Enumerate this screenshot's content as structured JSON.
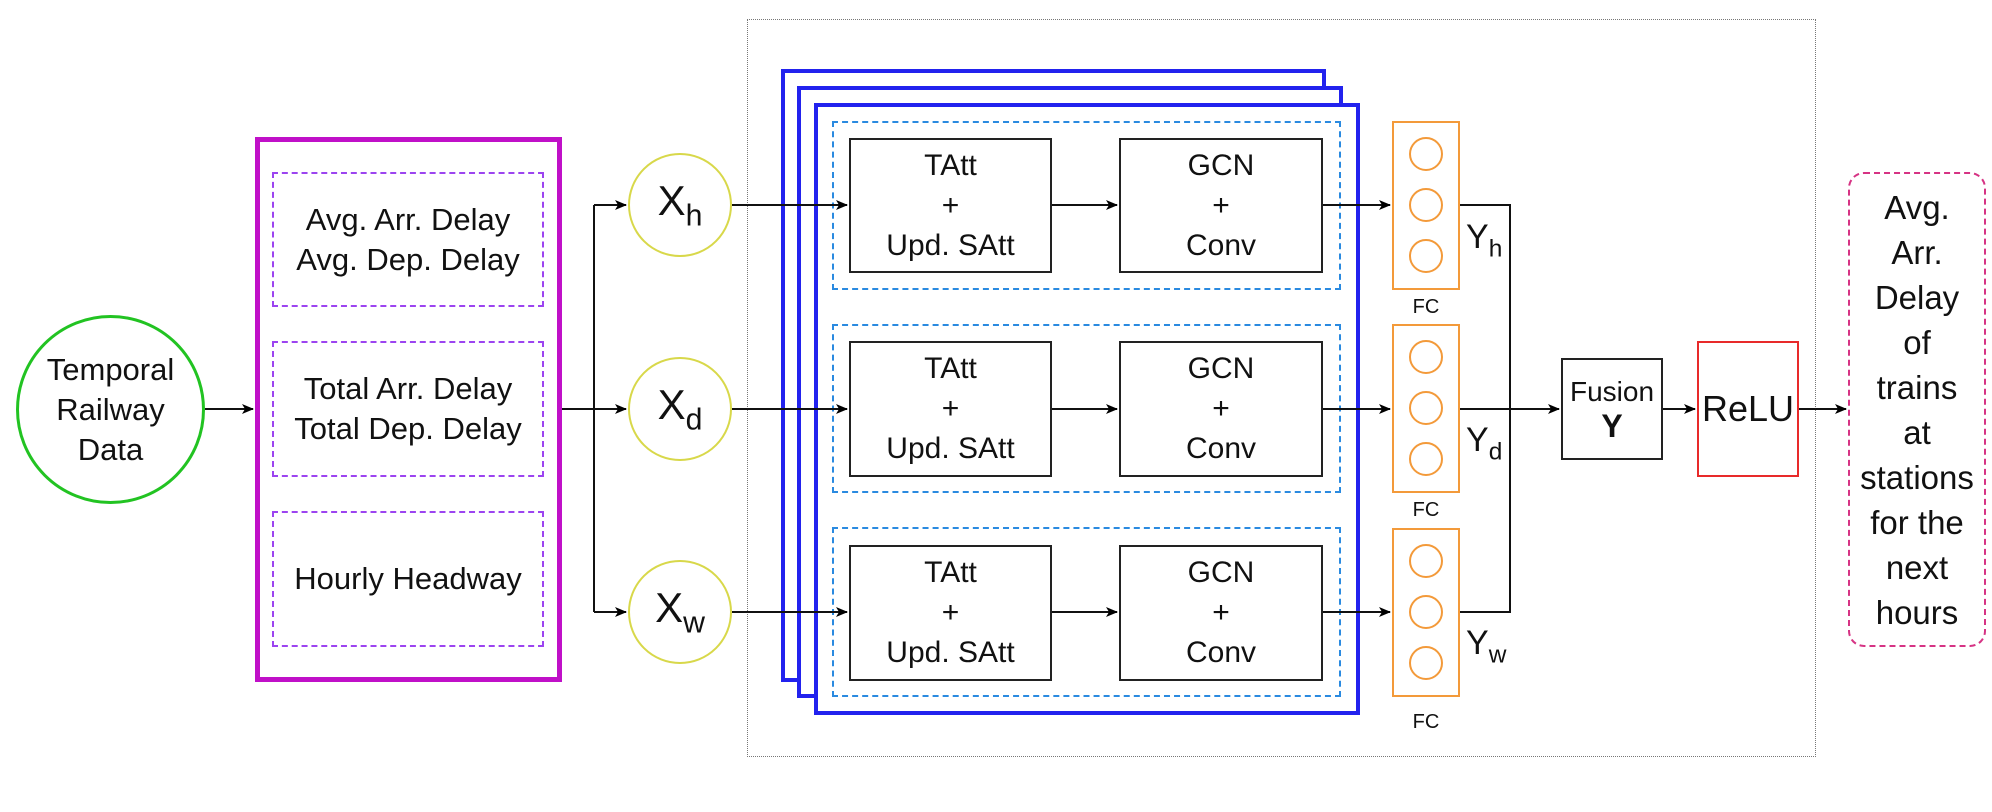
{
  "source": {
    "label_lines": [
      "Temporal",
      "Railway",
      "Data"
    ]
  },
  "features": [
    {
      "lines": [
        "Avg. Arr. Delay",
        "Avg. Dep. Delay"
      ]
    },
    {
      "lines": [
        "Total Arr. Delay",
        "Total Dep. Delay"
      ]
    },
    {
      "lines": [
        "Hourly Headway"
      ]
    }
  ],
  "inputs": [
    {
      "base": "X",
      "sub": "h"
    },
    {
      "base": "X",
      "sub": "d"
    },
    {
      "base": "X",
      "sub": "w"
    }
  ],
  "branches": [
    {
      "attention": [
        "TAtt",
        "+",
        "Upd. SAtt"
      ],
      "gcn": [
        "GCN",
        "+",
        "Conv"
      ],
      "fc_label": "FC",
      "output": {
        "base": "Y",
        "sub": "h"
      }
    },
    {
      "attention": [
        "TAtt",
        "+",
        "Upd. SAtt"
      ],
      "gcn": [
        "GCN",
        "+",
        "Conv"
      ],
      "fc_label": "FC",
      "output": {
        "base": "Y",
        "sub": "d"
      }
    },
    {
      "attention": [
        "TAtt",
        "+",
        "Upd. SAtt"
      ],
      "gcn": [
        "GCN",
        "+",
        "Conv"
      ],
      "fc_label": "FC",
      "output": {
        "base": "Y",
        "sub": "w"
      }
    }
  ],
  "fusion": {
    "title": "Fusion",
    "symbol": "Y"
  },
  "activation": {
    "label": "ReLU"
  },
  "output": {
    "lines": [
      "Avg.",
      "Arr.",
      "Delay",
      "of",
      "trains",
      "at",
      "stations",
      "for the",
      "next",
      "hours"
    ]
  },
  "colors": {
    "source": "#22c322",
    "features": "#c010c8",
    "feature_dash": "#9c44f0",
    "inputs": "#d8d84a",
    "stack": "#2222ee",
    "branch_dash": "#2a8ae0",
    "fc": "#f39a3a",
    "relu": "#e82a2a",
    "output": "#d63384"
  }
}
